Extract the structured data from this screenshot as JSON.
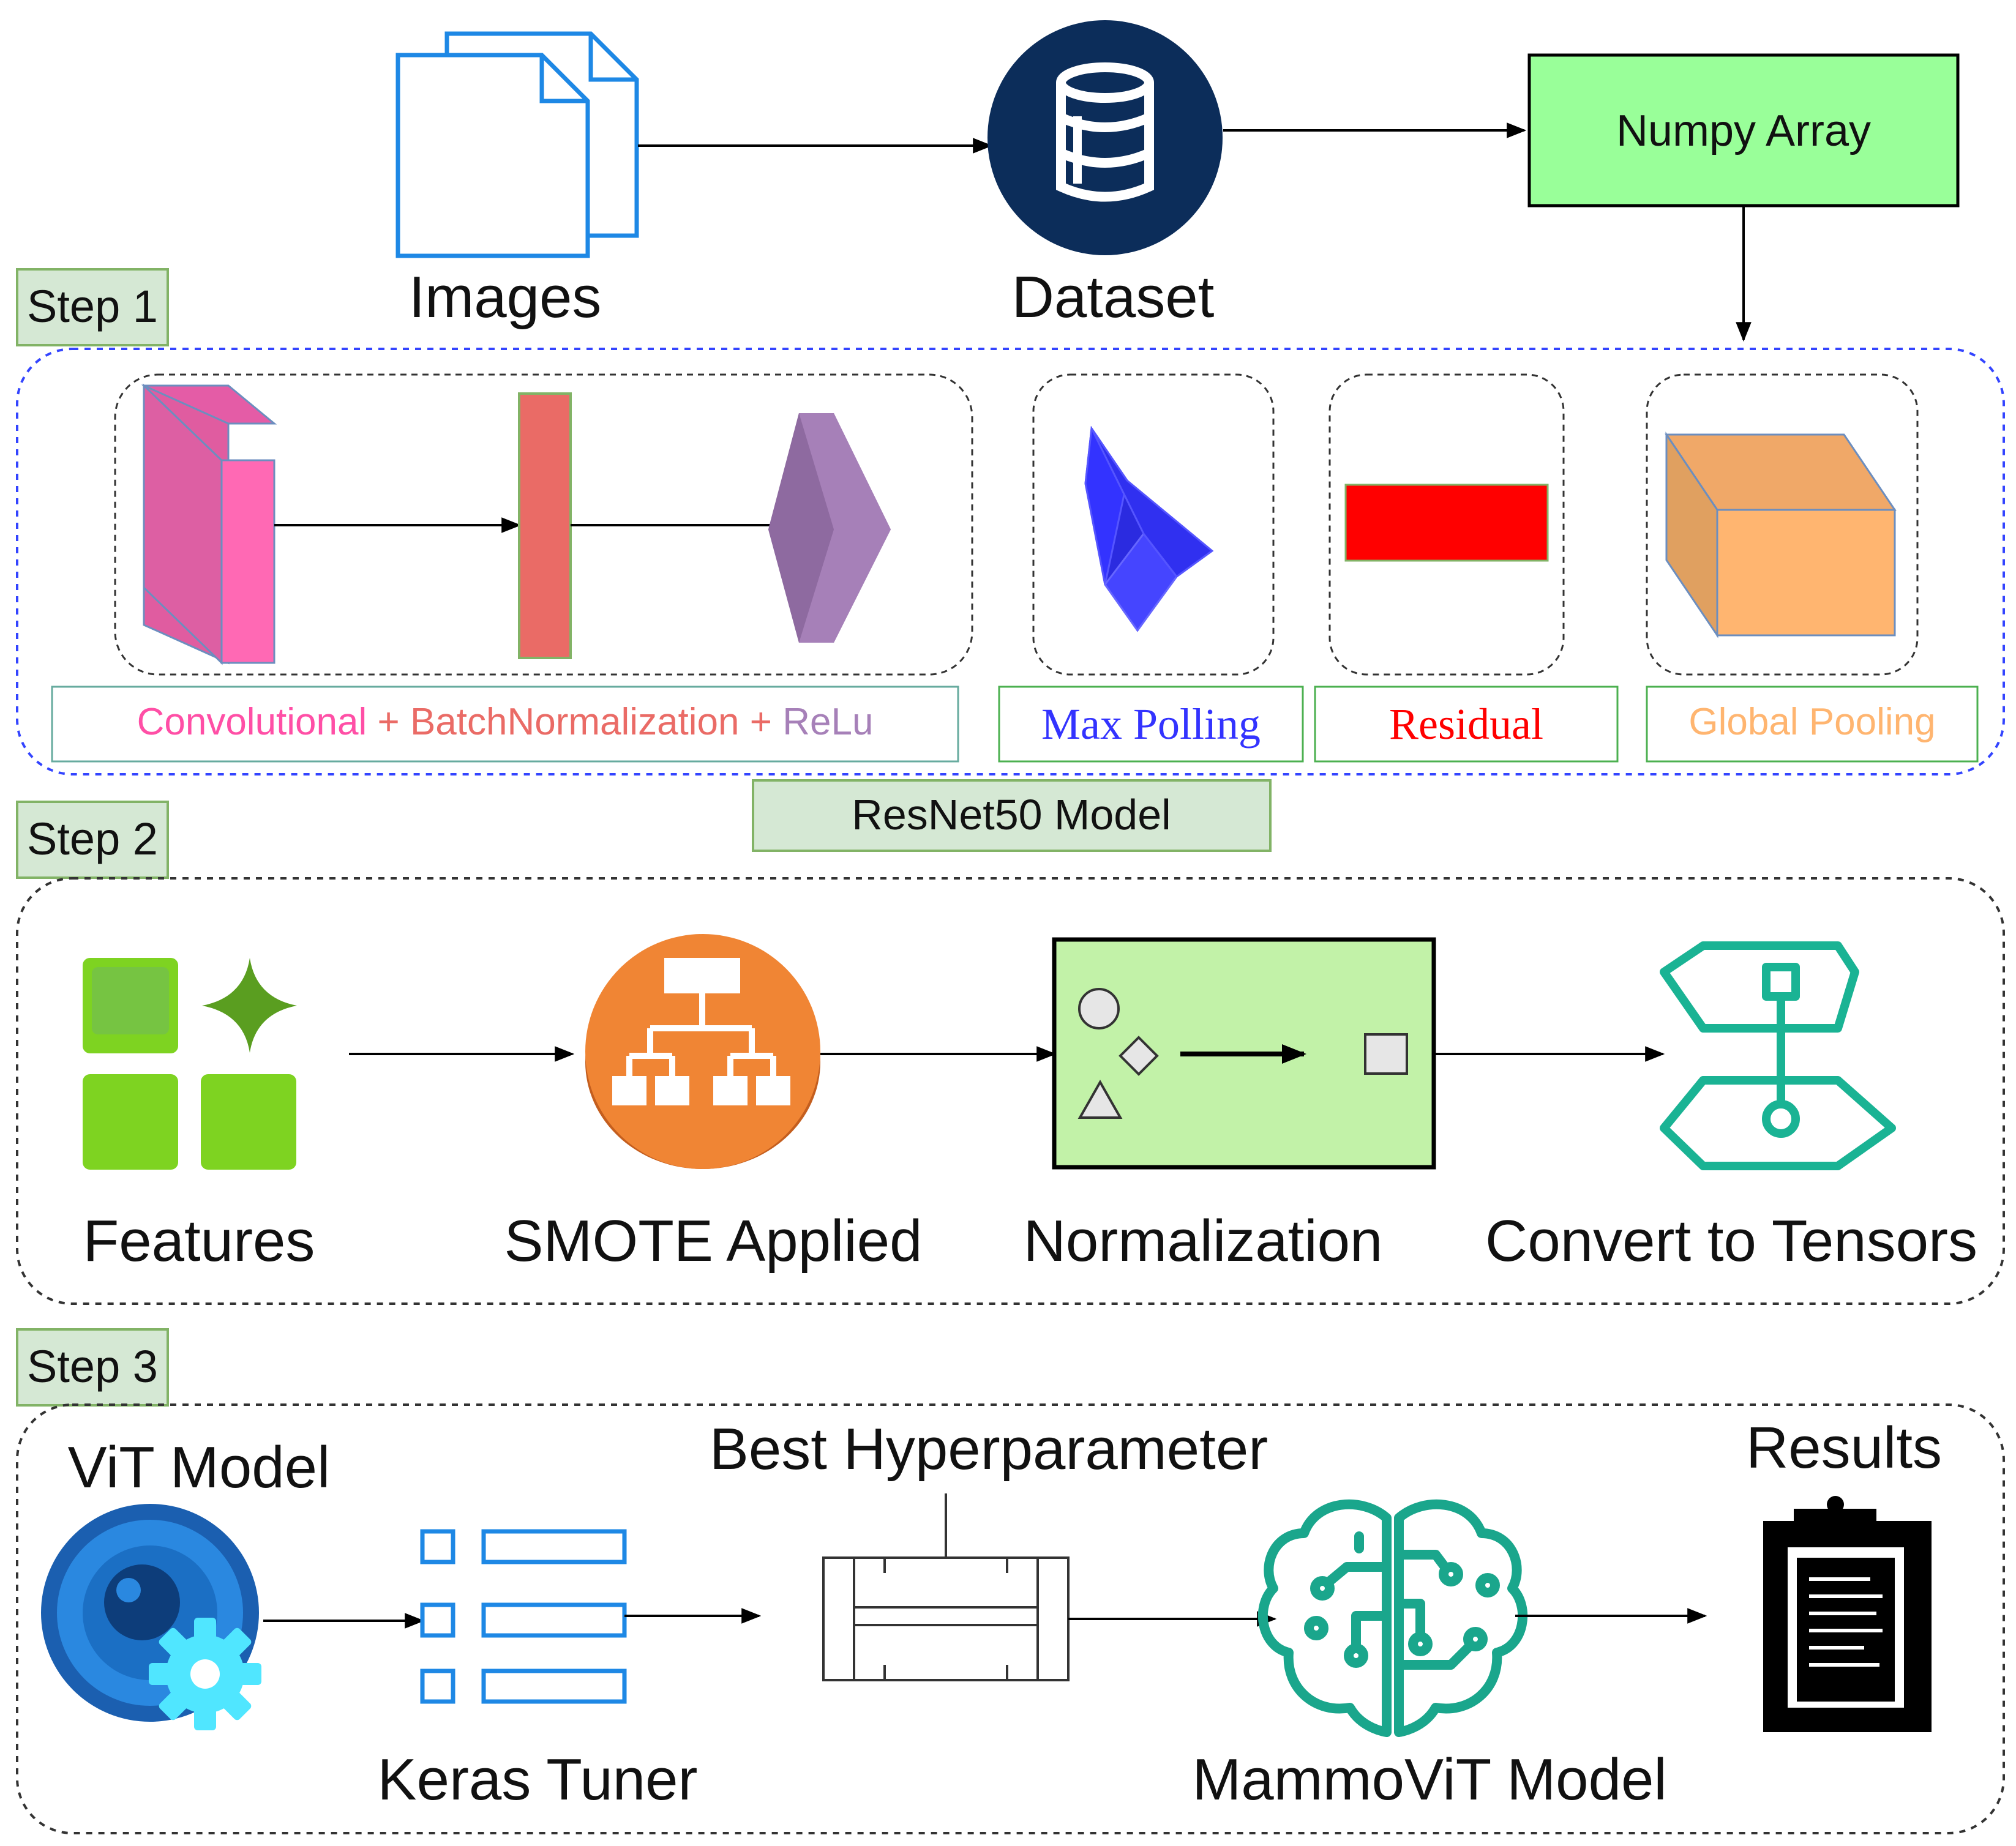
{
  "top": {
    "images_label": "Images",
    "dataset_label": "Dataset",
    "numpy_label": "Numpy Array"
  },
  "step1": {
    "tag": "Step 1",
    "labels": {
      "conv": "Convolutional",
      "plus1": " + ",
      "bn": "BatchNormalization",
      "plus2": " + ",
      "relu": "ReLu",
      "maxpool": "Max Polling",
      "residual": "Residual",
      "global": "Global Pooling"
    },
    "model_label": "ResNet50 Model"
  },
  "step2": {
    "tag": "Step 2",
    "features_label": "Features",
    "smote_label": "SMOTE Applied",
    "normalization_label": "Normalization",
    "tensors_label": "Convert to Tensors"
  },
  "step3": {
    "tag": "Step 3",
    "vit_label": "ViT Model",
    "keras_label": "Keras Tuner",
    "best_label": "Best Hyperparameter",
    "mammo_label": "MammoViT Model",
    "results_label": "Results"
  },
  "colors": {
    "step_tag_fill": "#d5e8d4",
    "step_tag_border": "#82b366",
    "numpy_fill": "#99ff99",
    "dataset_navy": "#0c2d5a",
    "images_blue": "#1e88e5",
    "conv_pink": "#ff69b4",
    "bn_salmon": "#ea6b66",
    "relu_purple": "#a680b8",
    "maxpool_blue": "#3333ff",
    "residual_red": "#ff0000",
    "global_orange": "#ffb570",
    "features_green": "#7ed321",
    "smote_orange": "#f08534",
    "norm_green": "#c2f2a8",
    "tensor_teal": "#1ab394",
    "vit_blue": "#1b6fc4",
    "gear_cyan": "#50e6ff",
    "keras_blue": "#1e88e5",
    "brain_teal": "#1aa68c"
  },
  "icons": {
    "images": "documents-icon",
    "dataset": "database-icon",
    "features": "apps-sparkle-icon",
    "smote": "hierarchy-icon",
    "normalization": "shapes-transform-icon",
    "tensors": "tensor-icon",
    "vit": "camera-gear-icon",
    "keras": "list-icon",
    "best": "parameter-icon",
    "mammo": "brain-circuit-icon",
    "results": "clipboard-icon"
  }
}
